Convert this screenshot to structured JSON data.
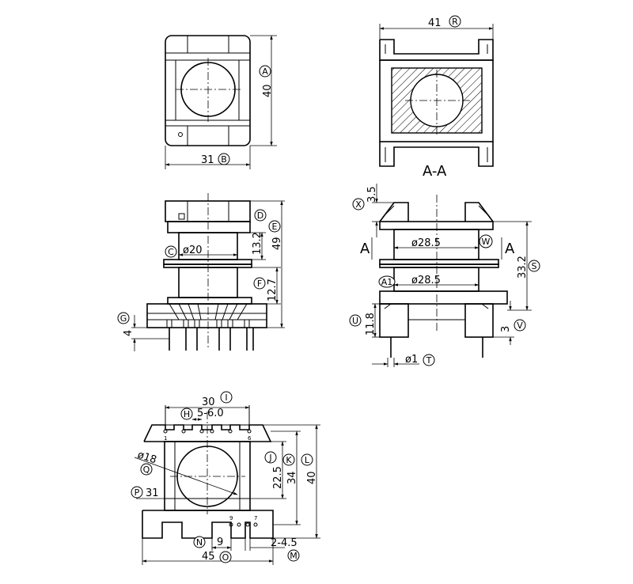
{
  "top_view": {
    "dim_height": "40",
    "dim_height_tag": "A",
    "dim_width": "31",
    "dim_width_tag": "B"
  },
  "section_view": {
    "dim_width": "41",
    "dim_width_tag": "R",
    "section_label": "A-A"
  },
  "front_view": {
    "tag_d": "D",
    "tag_e": "E",
    "dim_13_2": "13.2",
    "dim_49": "49",
    "dim_phi20": "ø20",
    "tag_c": "C",
    "dim_12_7": "12.7",
    "tag_f": "F",
    "dim_4": "4",
    "tag_g": "G"
  },
  "side_view": {
    "dim_3_5": "3.5",
    "tag_x": "X",
    "cut_a_left": "A",
    "cut_a_right": "A",
    "dim_phi28_5_top": "ø28.5",
    "tag_w": "W",
    "dim_33_2": "33.2",
    "tag_s": "S",
    "dim_phi28_5_bottom": "ø28.5",
    "tag_a1": "A1",
    "dim_11_8": "11.8",
    "tag_u": "U",
    "dim_3": "3",
    "tag_v": "V",
    "dim_phi1": "ø1",
    "tag_t": "T"
  },
  "bottom_view": {
    "dim_30": "30",
    "tag_i": "I",
    "dim_5_6": "5-6.0",
    "tag_h": "H",
    "pin_1": "1",
    "pin_6": "6",
    "pin_9": "9",
    "pin_7": "7",
    "dim_phi18": "ø18",
    "tag_q": "Q",
    "dim_31": "31",
    "tag_p": "P",
    "dim_22_5": "22.5",
    "tag_j": "J",
    "dim_34": "34",
    "tag_k": "K",
    "dim_40": "40",
    "tag_l": "L",
    "dim_9": "9",
    "tag_n": "N",
    "dim_2_4_5": "2-4.5",
    "tag_m": "M",
    "dim_45": "45",
    "tag_o": "O"
  }
}
